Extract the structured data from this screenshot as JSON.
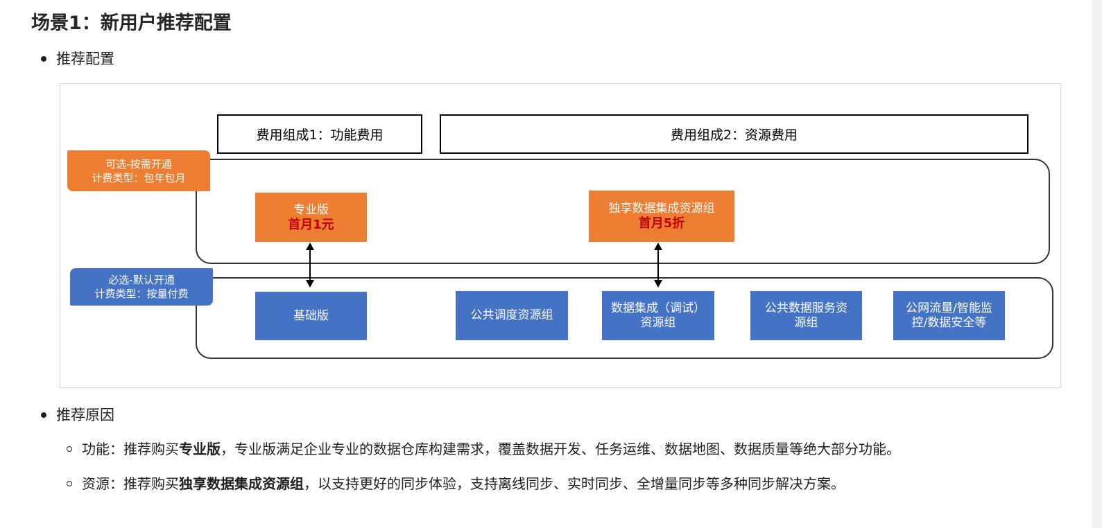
{
  "heading": "场景1：新用户推荐配置",
  "section1": {
    "label": "推荐配置"
  },
  "diagram": {
    "header_left": "费用组成1：功能费用",
    "header_right": "费用组成2：资源费用",
    "optional_tag": {
      "line1": "可选-按需开通",
      "line2": "计费类型：包年包月"
    },
    "required_tag": {
      "line1": "必选-默认开通",
      "line2": "计费类型：按量付费"
    },
    "optional_cards": [
      {
        "name": "专业版",
        "promo": "首月1元"
      },
      {
        "name": "独享数据集成资源组",
        "promo": "首月5折"
      }
    ],
    "required_cards": [
      {
        "line1": "基础版",
        "line2": ""
      },
      {
        "line1": "公共调度资源组",
        "line2": ""
      },
      {
        "line1": "数据集成（调试）",
        "line2": "资源组"
      },
      {
        "line1": "公共数据服务资",
        "line2": "源组"
      },
      {
        "line1": "公网流量/智能监",
        "line2": "控/数据安全等"
      }
    ],
    "colors": {
      "orange": "#ed7d31",
      "blue": "#4472c4",
      "promo_red": "#c00000"
    }
  },
  "section2": {
    "label": "推荐原因",
    "items": [
      {
        "prefix": "功能：推荐购买",
        "bold": "专业版",
        "suffix": "，专业版满足企业专业的数据仓库构建需求，覆盖数据开发、任务运维、数据地图、数据质量等绝大部分功能。"
      },
      {
        "prefix": "资源：推荐购买",
        "bold": "独享数据集成资源组",
        "suffix": "，以支持更好的同步体验，支持离线同步、实时同步、全增量同步等多种同步解决方案。"
      }
    ]
  }
}
